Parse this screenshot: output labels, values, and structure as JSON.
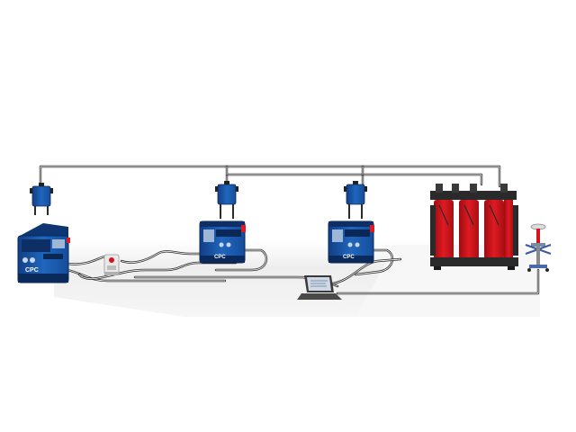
{
  "devices": [
    {
      "label": "CPC"
    },
    {
      "label": "CPC"
    },
    {
      "label": "CPC"
    }
  ],
  "colors": {
    "device_blue": "#1d5fb0",
    "device_dark": "#0e2f66",
    "transformer_red": "#d3141c",
    "cable": "#2a2a2a",
    "floor": "#eeeeee"
  }
}
